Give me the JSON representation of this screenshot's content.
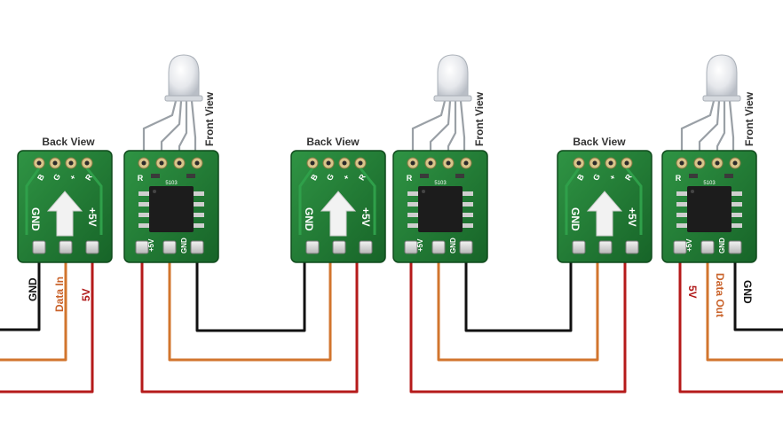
{
  "labels": {
    "back_view": "Back View",
    "front_view": "Front View",
    "gnd": "GND",
    "data_in": "Data In",
    "five_v": "5V",
    "data_out": "Data Out",
    "pcb_plus5v": "+5V",
    "pin_b": "B",
    "pin_g": "G",
    "pin_plus": "+",
    "pin_r": "R",
    "chip_text": "5103"
  },
  "colors": {
    "wire_gnd": "#111111",
    "wire_data": "#d2752e",
    "wire_5v": "#b51a1a",
    "pcb": "#1f7a33",
    "label_gnd": "#111111",
    "label_data": "#c9622a",
    "label_5v": "#b01818"
  }
}
